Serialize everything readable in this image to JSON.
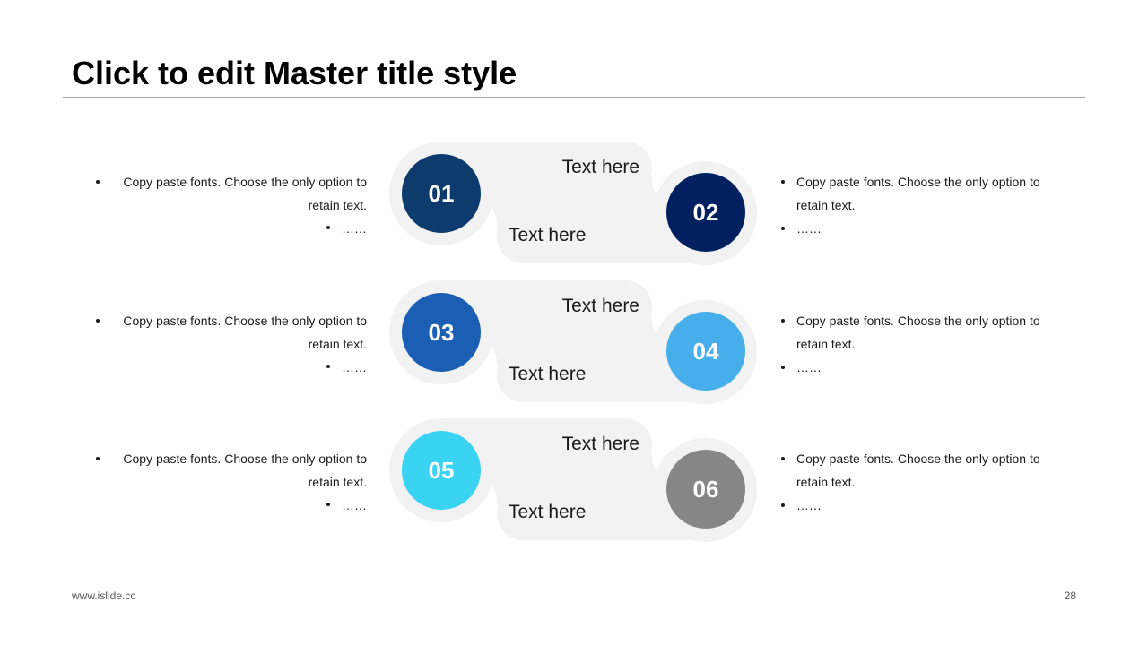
{
  "slide": {
    "title": "Click to edit Master title style",
    "footer_url": "www.islide.cc",
    "page_number": "28"
  },
  "rows": [
    {
      "left_number": "01",
      "left_color": "#0d3b6e",
      "right_number": "02",
      "right_color": "#00205f",
      "top_label": "Text here",
      "bottom_label": "Text here",
      "left_text": {
        "line1": "Copy paste fonts. Choose the only option to",
        "line2": "retain text.",
        "line3": "……"
      },
      "right_text": {
        "line1": "Copy paste fonts. Choose the only option to",
        "line2": "retain text.",
        "line3": "……"
      }
    },
    {
      "left_number": "03",
      "left_color": "#1a5fb4",
      "right_number": "04",
      "right_color": "#46aeea",
      "top_label": "Text here",
      "bottom_label": "Text here",
      "left_text": {
        "line1": "Copy paste fonts. Choose the only option to",
        "line2": "retain text.",
        "line3": "……"
      },
      "right_text": {
        "line1": "Copy paste fonts. Choose the only option to",
        "line2": "retain text.",
        "line3": "……"
      }
    },
    {
      "left_number": "05",
      "left_color": "#3ad3f2",
      "right_number": "06",
      "right_color": "#868686",
      "top_label": "Text here",
      "bottom_label": "Text here",
      "left_text": {
        "line1": "Copy paste fonts. Choose the only option to",
        "line2": "retain text.",
        "line3": "……"
      },
      "right_text": {
        "line1": "Copy paste fonts. Choose the only option to",
        "line2": "retain text.",
        "line3": "……"
      }
    }
  ]
}
